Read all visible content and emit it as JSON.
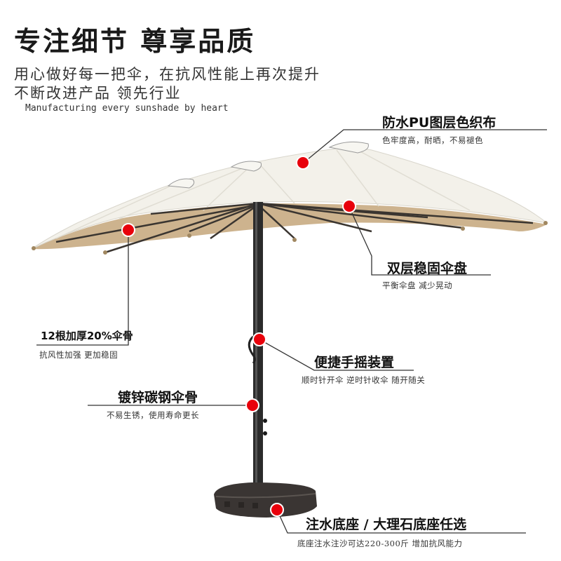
{
  "header": {
    "title": "专注细节 尊享品质",
    "subtitle_line1": "用心做好每一把伞，在抗风性能上再次提升",
    "subtitle_line2": "不断改进产品 领先行业",
    "english": "Manufacturing every sunshade by heart"
  },
  "features": [
    {
      "title": "防水PU图层色织布",
      "desc": "色牢度高，耐晒，不易褪色"
    },
    {
      "title": "双层稳固伞盘",
      "desc": "平衡伞盘 减少晃动"
    },
    {
      "title": "12根加厚20%伞骨",
      "desc": "抗风性加强 更加稳固"
    },
    {
      "title": "便捷手摇装置",
      "desc": "顺时针开伞 逆时针收伞 随开随关"
    },
    {
      "title": "镀锌碳钢伞骨",
      "desc": "不易生锈，使用寿命更长"
    },
    {
      "title": "注水底座 / 大理石底座任选",
      "desc": "底座注水注沙可达220-300斤 增加抗风能力"
    }
  ],
  "colors": {
    "marker": "#e8000b",
    "canopy_top": "#f3f1ea",
    "canopy_under": "#cdb38e",
    "pole": "#2b2b2b",
    "base": "#3a3533"
  }
}
